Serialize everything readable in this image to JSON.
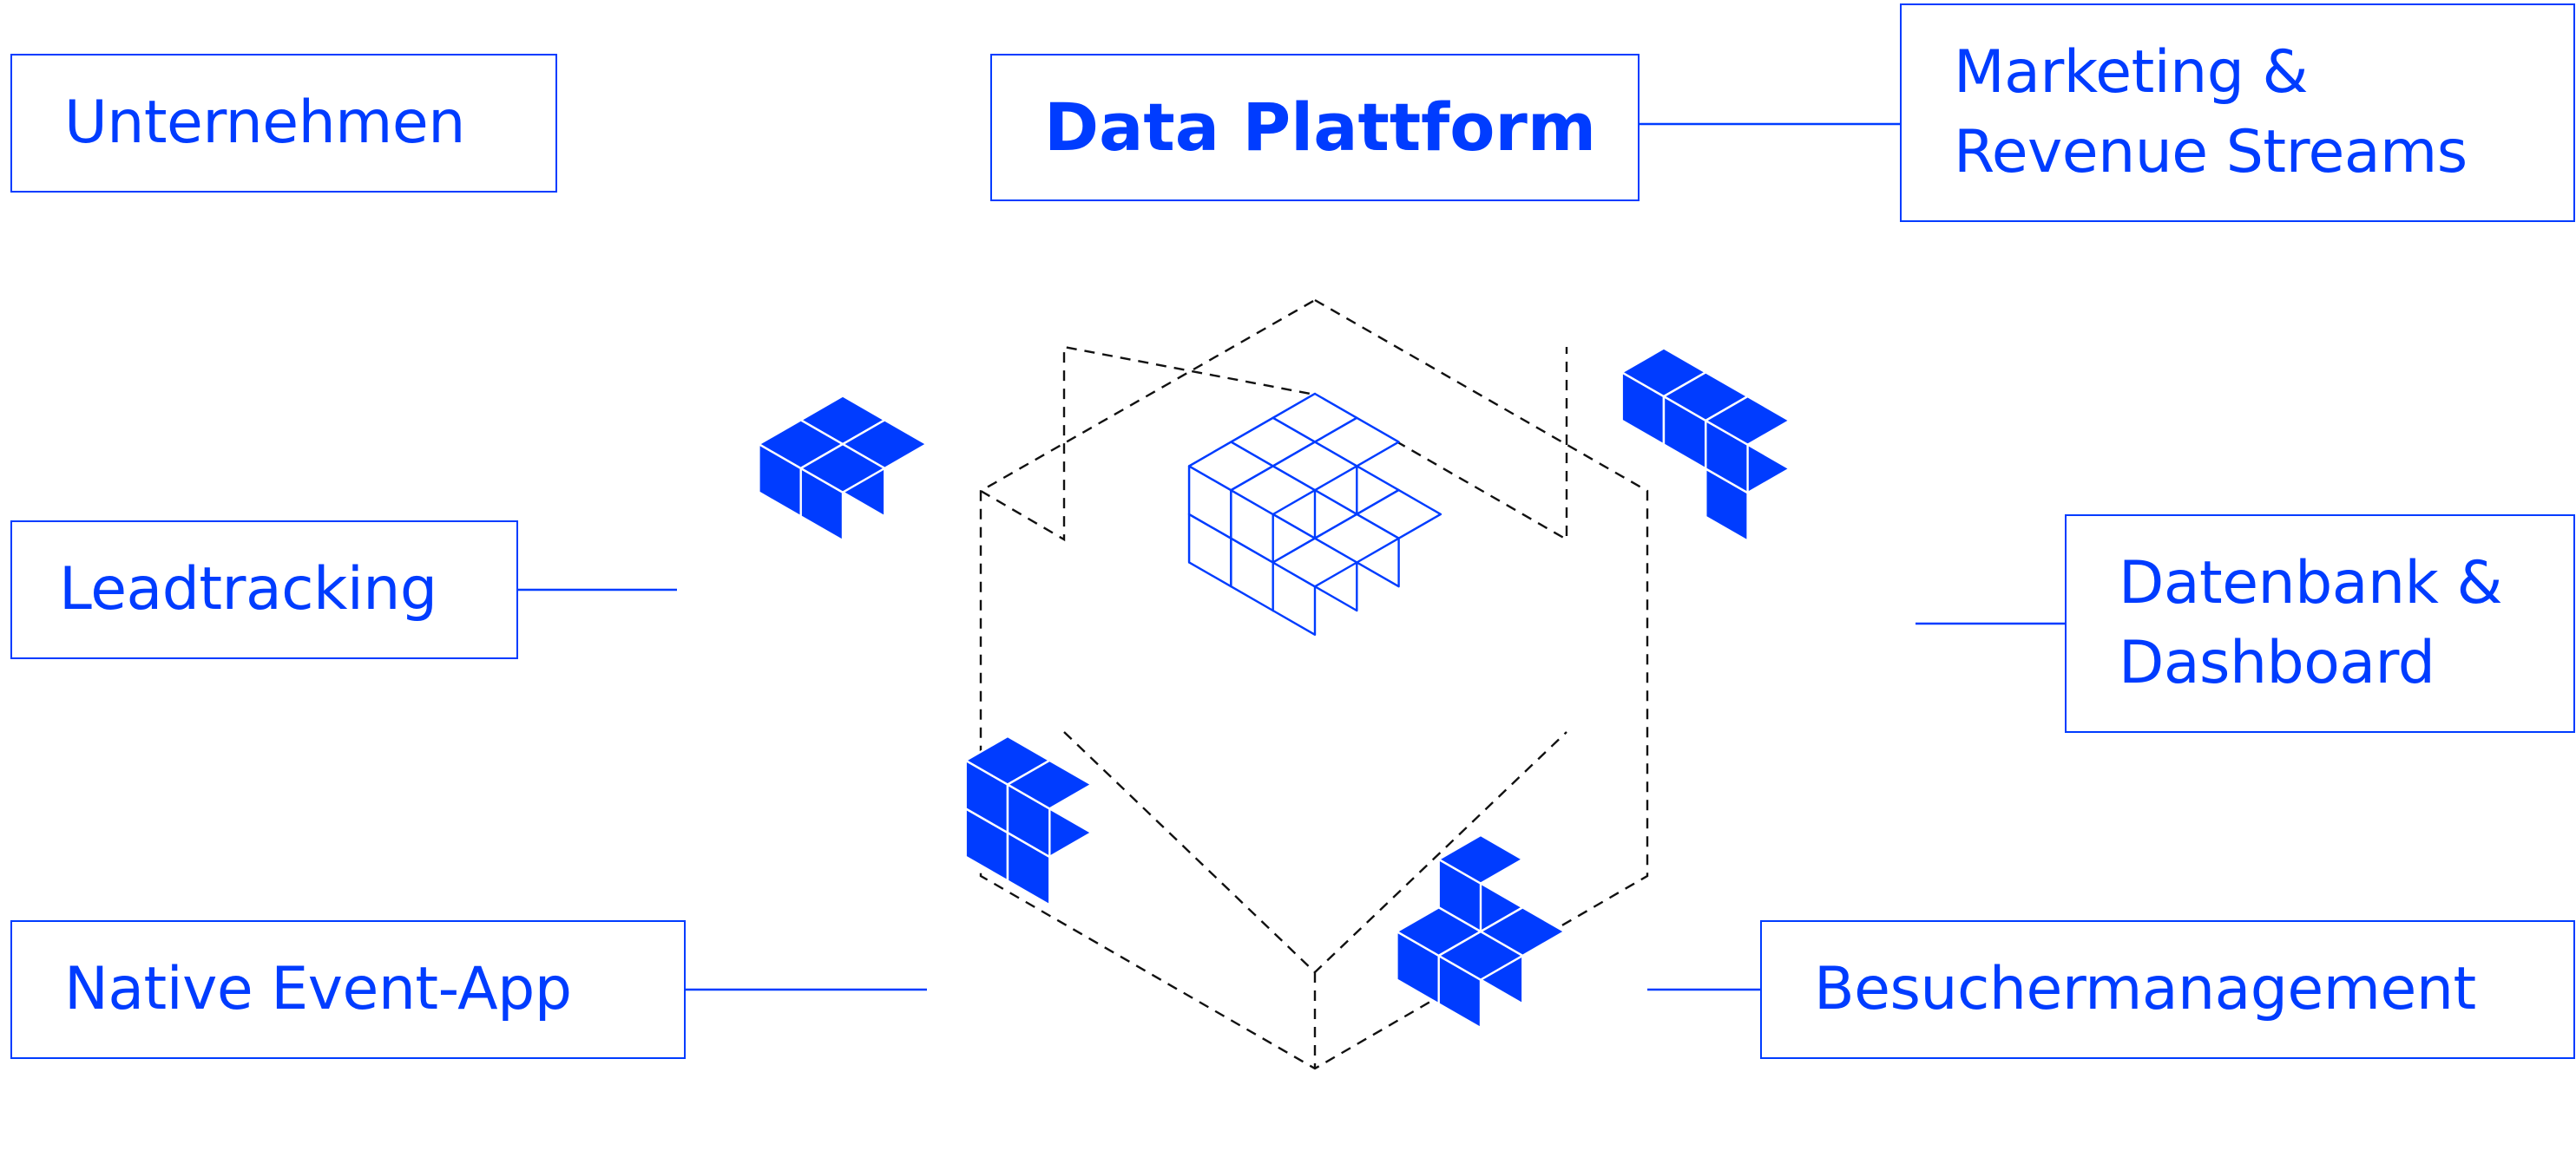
{
  "diagram": {
    "center": {
      "title": "Data Plattform"
    },
    "top_left": {
      "title": "Unternehmen"
    },
    "top_right": {
      "line1": "Marketing &",
      "line2": "Revenue Streams"
    },
    "modules": {
      "leadtracking": "Leadtracking",
      "datenbank_line1": "Datenbank &",
      "datenbank_line2": "Dashboard",
      "native_app": "Native Event-App",
      "besucher": "Besuchermanagement"
    }
  },
  "colors": {
    "accent": "#003cff",
    "background": "#ffffff",
    "dashed": "#111111"
  },
  "icons": {
    "center": "isometric-cube-stack-outline-icon",
    "modules": "isometric-cube-block-icon"
  }
}
